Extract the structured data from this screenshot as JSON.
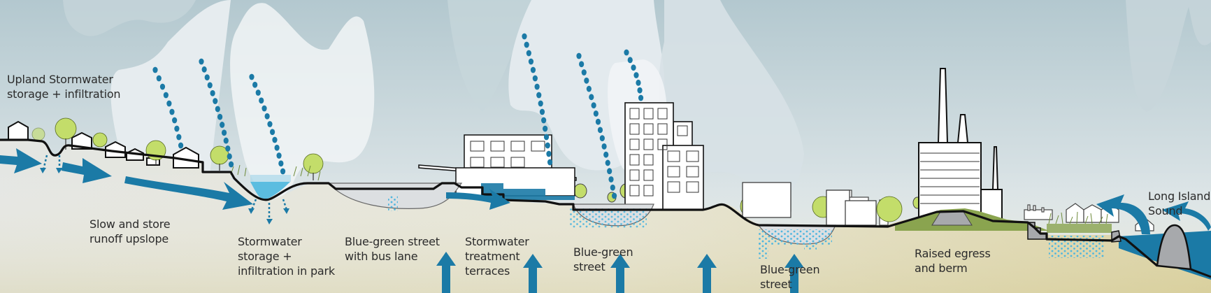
{
  "title": "Stormwater management cross-section",
  "colors": {
    "sky_top": "#b4c9d0",
    "sky_bottom": "#e6ecee",
    "ground_left": "#e2e4e0",
    "ground_right": "#ddd6b0",
    "water": "#1b7aa6",
    "water_light": "#5bbde0",
    "tree": "#c3dd6a",
    "berm": "#8aa44f",
    "concrete": "#a7a9ac",
    "outline": "#111111"
  },
  "labels": {
    "upland": "Upland Stormwater\nstorage + infiltration",
    "slow_store": "Slow and store\nrunoff upslope",
    "park": "Stormwater\nstorage +\ninfiltration in park",
    "bus_lane": "Blue-green street\nwith bus lane",
    "terraces": "Stormwater\ntreatment\nterraces",
    "blue_green_1": "Blue-green\nstreet",
    "blue_green_2": "Blue-green\nstreet",
    "berm": "Raised egress\nand berm",
    "sound": "Long Island\nSound"
  },
  "icons": {
    "rain": "rain-drops-icon",
    "runoff": "runoff-arrow-icon",
    "groundwater": "groundwater-rise-arrow-icon",
    "surge": "storm-surge-arrow-icon"
  }
}
